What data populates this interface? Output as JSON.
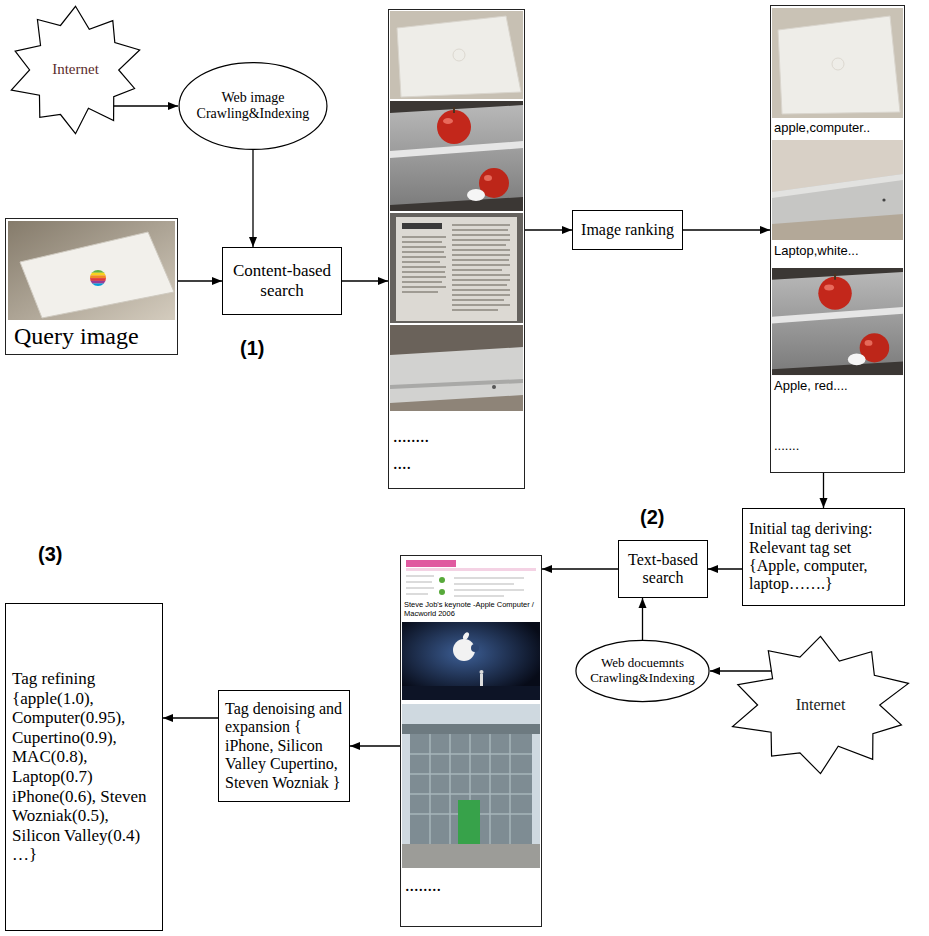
{
  "diagram": {
    "nodes": [
      {
        "text": [
          "Internet"
        ]
      },
      {
        "text": [
          "Web image Crawling&Indexing"
        ]
      },
      {
        "text": [
          "Query image"
        ]
      },
      {
        "text": [
          "Content-based search"
        ]
      },
      {
        "text": [
          "........",
          "...."
        ]
      },
      {
        "text": [
          "Image ranking"
        ]
      },
      {
        "text": [
          "apple,computer..",
          "Laptop,white...",
          "Apple, red....",
          "......."
        ]
      },
      {
        "text": [
          "Initial tag deriving: Relevant tag set {Apple, computer, laptop…….}"
        ]
      },
      {
        "text": [
          "Text-based search"
        ]
      },
      {
        "text": [
          "Web docuemnts Crawling&Indexing"
        ]
      },
      {
        "text": [
          "Internet"
        ]
      },
      {
        "text": [
          "........"
        ]
      },
      {
        "text": [
          "Tag denoising and expansion { iPhone, Silicon Valley Cupertino, Steven Wozniak }"
        ]
      },
      {
        "text": [
          "Tag refining {apple(1.0), Computer(0.95), Cupertino(0.9), MAC(0.8), Laptop(0.7) iPhone(0.6), Steven Wozniak(0.5), Silicon Valley(0.4) …}"
        ]
      }
    ],
    "edges": [
      {
        "from": 0,
        "to": 1,
        "arrow": "to"
      },
      {
        "from": 1,
        "to": 3,
        "arrow": "to"
      },
      {
        "from": 2,
        "to": 3,
        "arrow": "to"
      },
      {
        "from": 3,
        "to": 4,
        "arrow": "to"
      },
      {
        "from": 4,
        "to": 5,
        "arrow": "to"
      },
      {
        "from": 5,
        "to": 6,
        "arrow": "to"
      },
      {
        "from": 6,
        "to": 7,
        "arrow": "to"
      },
      {
        "from": 7,
        "to": 8,
        "arrow": "to"
      },
      {
        "from": 9,
        "to": 8,
        "arrow": "to"
      },
      {
        "from": 10,
        "to": 9,
        "arrow": "to"
      },
      {
        "from": 8,
        "to": 11,
        "arrow": "to"
      },
      {
        "from": 11,
        "to": 12,
        "arrow": "to"
      },
      {
        "from": 12,
        "to": 13,
        "arrow": "to"
      }
    ],
    "labels": [
      "(1)",
      "(2)",
      "(3)",
      "Steve Job's keynote -Apple Computer / Macworld 2006"
    ]
  }
}
